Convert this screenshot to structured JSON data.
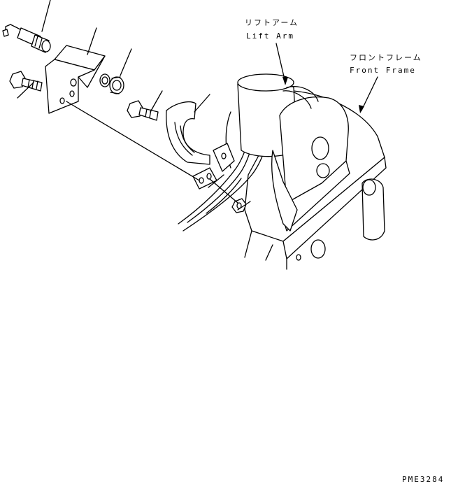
{
  "labels": {
    "lift_arm_jp": "リフトアーム",
    "lift_arm_en": "Lift Arm",
    "front_frame_jp": "フロントフレーム",
    "front_frame_en": "Front Frame",
    "drawing_code": "PME3284"
  }
}
